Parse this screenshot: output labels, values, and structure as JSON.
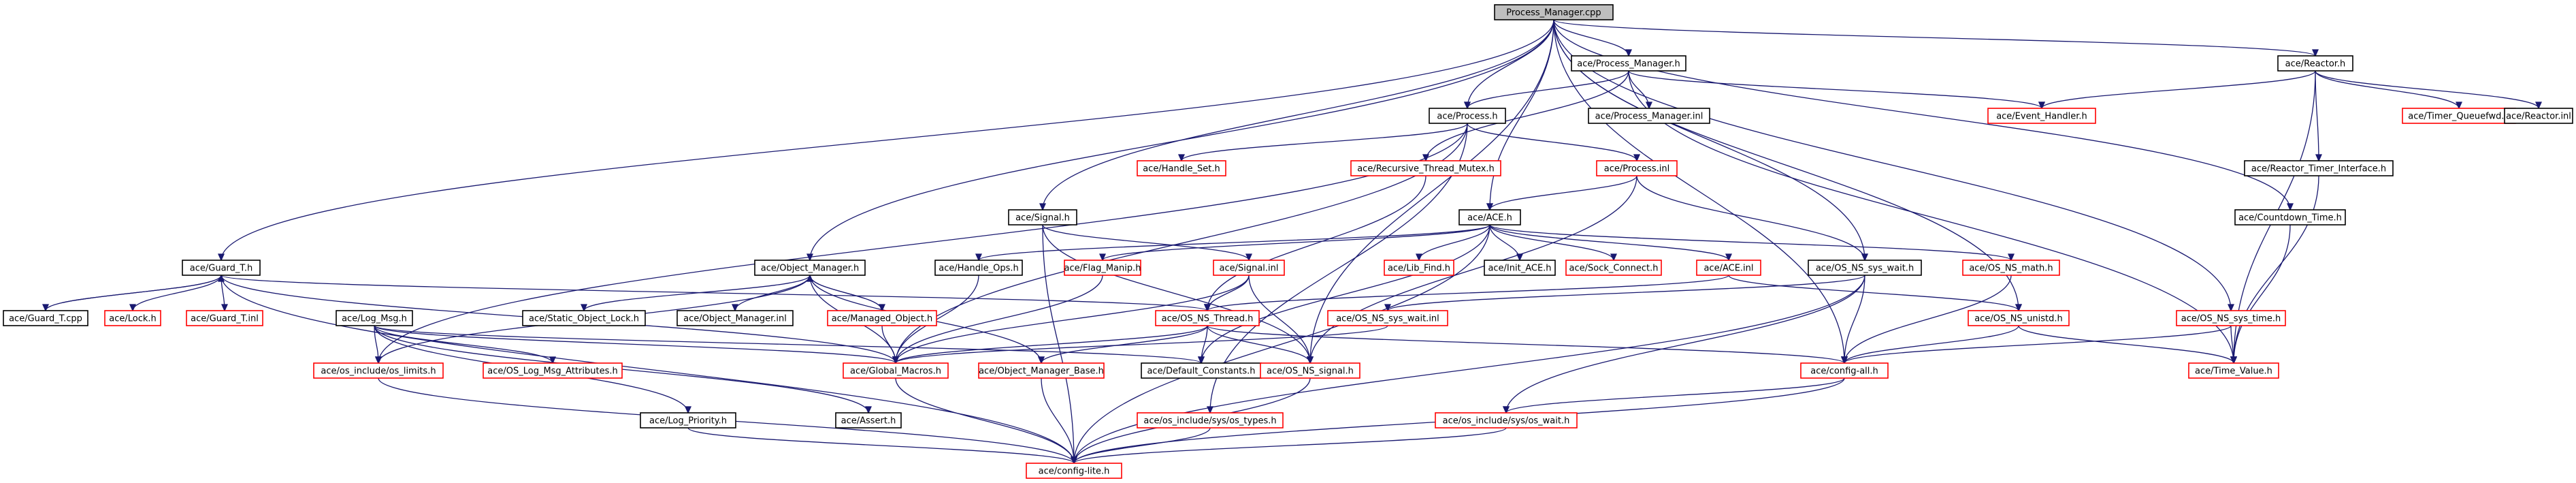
{
  "colors": {
    "edge_blue": "#191970",
    "edge_red": "#8b1a1a",
    "node_border_black": "#000000",
    "node_border_red": "#ff0000",
    "node_fill": "#ffffff",
    "root_fill": "#bfbfbf",
    "text": "#000000"
  },
  "nodes": [
    {
      "id": "process_manager_cpp",
      "label": "Process_Manager.cpp",
      "style": "root"
    },
    {
      "id": "process_manager_h",
      "label": "ace/Process_Manager.h",
      "style": "normal"
    },
    {
      "id": "reactor_h",
      "label": "ace/Reactor.h",
      "style": "normal"
    },
    {
      "id": "process_h",
      "label": "ace/Process.h",
      "style": "normal"
    },
    {
      "id": "process_manager_inl",
      "label": "ace/Process_Manager.inl",
      "style": "normal"
    },
    {
      "id": "event_handler_h",
      "label": "ace/Event_Handler.h",
      "style": "red"
    },
    {
      "id": "timer_queuefwd_h",
      "label": "ace/Timer_Queuefwd.h",
      "style": "red"
    },
    {
      "id": "reactor_inl",
      "label": "ace/Reactor.inl",
      "style": "normal"
    },
    {
      "id": "handle_set_h",
      "label": "ace/Handle_Set.h",
      "style": "red"
    },
    {
      "id": "recursive_thread_mutex_h",
      "label": "ace/Recursive_Thread_Mutex.h",
      "style": "red"
    },
    {
      "id": "process_inl",
      "label": "ace/Process.inl",
      "style": "red"
    },
    {
      "id": "reactor_timer_interface_h",
      "label": "ace/Reactor_Timer_Interface.h",
      "style": "normal"
    },
    {
      "id": "signal_h",
      "label": "ace/Signal.h",
      "style": "normal"
    },
    {
      "id": "ace_h",
      "label": "ace/ACE.h",
      "style": "normal"
    },
    {
      "id": "countdown_time_h",
      "label": "ace/Countdown_Time.h",
      "style": "normal"
    },
    {
      "id": "guard_t_h",
      "label": "ace/Guard_T.h",
      "style": "normal"
    },
    {
      "id": "object_manager_h",
      "label": "ace/Object_Manager.h",
      "style": "normal"
    },
    {
      "id": "handle_ops_h",
      "label": "ace/Handle_Ops.h",
      "style": "normal"
    },
    {
      "id": "flag_manip_h",
      "label": "ace/Flag_Manip.h",
      "style": "red"
    },
    {
      "id": "signal_inl",
      "label": "ace/Signal.inl",
      "style": "red"
    },
    {
      "id": "lib_find_h",
      "label": "ace/Lib_Find.h",
      "style": "red"
    },
    {
      "id": "init_ace_h",
      "label": "ace/Init_ACE.h",
      "style": "normal"
    },
    {
      "id": "sock_connect_h",
      "label": "ace/Sock_Connect.h",
      "style": "red"
    },
    {
      "id": "ace_inl",
      "label": "ace/ACE.inl",
      "style": "red"
    },
    {
      "id": "os_ns_sys_wait_h",
      "label": "ace/OS_NS_sys_wait.h",
      "style": "normal"
    },
    {
      "id": "os_ns_math_h",
      "label": "ace/OS_NS_math.h",
      "style": "red"
    },
    {
      "id": "guard_t_cpp",
      "label": "ace/Guard_T.cpp",
      "style": "normal"
    },
    {
      "id": "lock_h",
      "label": "ace/Lock.h",
      "style": "red"
    },
    {
      "id": "guard_t_inl",
      "label": "ace/Guard_T.inl",
      "style": "red"
    },
    {
      "id": "log_msg_h",
      "label": "ace/Log_Msg.h",
      "style": "normal"
    },
    {
      "id": "static_object_lock_h",
      "label": "ace/Static_Object_Lock.h",
      "style": "normal"
    },
    {
      "id": "object_manager_inl",
      "label": "ace/Object_Manager.inl",
      "style": "normal"
    },
    {
      "id": "managed_object_h",
      "label": "ace/Managed_Object.h",
      "style": "red"
    },
    {
      "id": "os_ns_thread_h",
      "label": "ace/OS_NS_Thread.h",
      "style": "red"
    },
    {
      "id": "os_ns_sys_wait_inl",
      "label": "ace/OS_NS_sys_wait.inl",
      "style": "red"
    },
    {
      "id": "os_ns_unistd_h",
      "label": "ace/OS_NS_unistd.h",
      "style": "red"
    },
    {
      "id": "os_ns_sys_time_h",
      "label": "ace/OS_NS_sys_time.h",
      "style": "red"
    },
    {
      "id": "os_include_os_limits_h",
      "label": "ace/os_include/os_limits.h",
      "style": "red"
    },
    {
      "id": "os_log_msg_attributes_h",
      "label": "ace/OS_Log_Msg_Attributes.h",
      "style": "red"
    },
    {
      "id": "global_macros_h",
      "label": "ace/Global_Macros.h",
      "style": "red"
    },
    {
      "id": "object_manager_base_h",
      "label": "ace/Object_Manager_Base.h",
      "style": "red"
    },
    {
      "id": "default_constants_h",
      "label": "ace/Default_Constants.h",
      "style": "normal"
    },
    {
      "id": "os_ns_signal_h",
      "label": "ace/OS_NS_signal.h",
      "style": "red"
    },
    {
      "id": "config_all_h",
      "label": "ace/config-all.h",
      "style": "red"
    },
    {
      "id": "time_value_h",
      "label": "ace/Time_Value.h",
      "style": "red"
    },
    {
      "id": "log_priority_h",
      "label": "ace/Log_Priority.h",
      "style": "normal"
    },
    {
      "id": "assert_h",
      "label": "ace/Assert.h",
      "style": "normal"
    },
    {
      "id": "os_include_sys_os_types_h",
      "label": "ace/os_include/sys/os_types.h",
      "style": "red"
    },
    {
      "id": "os_include_sys_os_wait_h",
      "label": "ace/os_include/sys/os_wait.h",
      "style": "red"
    },
    {
      "id": "config_lite_h",
      "label": "ace/config-lite.h",
      "style": "red"
    }
  ],
  "edges": [
    [
      "process_manager_cpp",
      "process_manager_h"
    ],
    [
      "process_manager_cpp",
      "reactor_h"
    ],
    [
      "process_manager_cpp",
      "process_h"
    ],
    [
      "process_manager_cpp",
      "signal_h"
    ],
    [
      "process_manager_cpp",
      "ace_h"
    ],
    [
      "process_manager_cpp",
      "guard_t_h"
    ],
    [
      "process_manager_cpp",
      "object_manager_h"
    ],
    [
      "process_manager_cpp",
      "os_ns_sys_wait_h"
    ],
    [
      "process_manager_cpp",
      "os_ns_unistd_h"
    ],
    [
      "process_manager_cpp",
      "os_ns_sys_time_h"
    ],
    [
      "process_manager_cpp",
      "countdown_time_h"
    ],
    [
      "process_manager_cpp",
      "os_ns_signal_h"
    ],
    [
      "process_manager_cpp",
      "config_all_h"
    ],
    [
      "process_manager_h",
      "process_h"
    ],
    [
      "process_manager_h",
      "process_manager_inl"
    ],
    [
      "process_manager_h",
      "event_handler_h"
    ],
    [
      "process_manager_h",
      "recursive_thread_mutex_h"
    ],
    [
      "process_manager_h",
      "time_value_h"
    ],
    [
      "reactor_h",
      "event_handler_h"
    ],
    [
      "reactor_h",
      "timer_queuefwd_h"
    ],
    [
      "reactor_h",
      "reactor_inl"
    ],
    [
      "reactor_h",
      "reactor_timer_interface_h"
    ],
    [
      "reactor_h",
      "time_value_h"
    ],
    [
      "reactor_timer_interface_h",
      "time_value_h"
    ],
    [
      "countdown_time_h",
      "time_value_h"
    ],
    [
      "process_h",
      "handle_set_h"
    ],
    [
      "process_h",
      "process_inl"
    ],
    [
      "process_h",
      "global_macros_h"
    ],
    [
      "process_h",
      "os_include_os_limits_h"
    ],
    [
      "process_h",
      "os_include_sys_os_types_h"
    ],
    [
      "recursive_thread_mutex_h",
      "os_ns_thread_h"
    ],
    [
      "process_inl",
      "ace_h"
    ],
    [
      "process_inl",
      "os_ns_sys_wait_h"
    ],
    [
      "process_inl",
      "os_ns_signal_h"
    ],
    [
      "signal_h",
      "signal_inl"
    ],
    [
      "signal_h",
      "os_ns_signal_h"
    ],
    [
      "signal_h",
      "config_lite_h"
    ],
    [
      "ace_h",
      "handle_ops_h"
    ],
    [
      "ace_h",
      "flag_manip_h"
    ],
    [
      "ace_h",
      "lib_find_h"
    ],
    [
      "ace_h",
      "init_ace_h"
    ],
    [
      "ace_h",
      "sock_connect_h"
    ],
    [
      "ace_h",
      "ace_inl"
    ],
    [
      "ace_h",
      "os_ns_math_h"
    ],
    [
      "ace_h",
      "default_constants_h"
    ],
    [
      "ace_h",
      "config_lite_h"
    ],
    [
      "ace_inl",
      "os_ns_thread_h"
    ],
    [
      "ace_inl",
      "os_ns_unistd_h"
    ],
    [
      "os_ns_sys_wait_h",
      "os_ns_sys_wait_inl"
    ],
    [
      "os_ns_sys_wait_h",
      "config_all_h"
    ],
    [
      "os_ns_sys_wait_h",
      "os_include_sys_os_wait_h"
    ],
    [
      "os_ns_sys_wait_h",
      "config_lite_h"
    ],
    [
      "os_ns_math_h",
      "config_all_h"
    ],
    [
      "os_ns_unistd_h",
      "config_all_h"
    ],
    [
      "os_ns_unistd_h",
      "time_value_h"
    ],
    [
      "os_ns_sys_time_h",
      "config_all_h"
    ],
    [
      "os_ns_sys_time_h",
      "time_value_h"
    ],
    [
      "os_ns_sys_wait_inl",
      "global_macros_h"
    ],
    [
      "handle_ops_h",
      "global_macros_h"
    ],
    [
      "flag_manip_h",
      "global_macros_h"
    ],
    [
      "signal_inl",
      "os_ns_thread_h"
    ],
    [
      "signal_inl",
      "os_ns_signal_h"
    ],
    [
      "signal_inl",
      "global_macros_h"
    ],
    [
      "guard_t_h",
      "guard_t_cpp"
    ],
    [
      "guard_t_h",
      "lock_h"
    ],
    [
      "guard_t_h",
      "guard_t_inl"
    ],
    [
      "guard_t_h",
      "os_ns_thread_h"
    ],
    [
      "guard_t_h",
      "global_macros_h"
    ],
    [
      "guard_t_h",
      "config_lite_h"
    ],
    [
      "guard_t_cpp",
      "guard_t_h"
    ],
    [
      "object_manager_h",
      "static_object_lock_h"
    ],
    [
      "object_manager_h",
      "object_manager_inl"
    ],
    [
      "object_manager_h",
      "managed_object_h"
    ],
    [
      "object_manager_h",
      "global_macros_h"
    ],
    [
      "object_manager_h",
      "object_manager_base_h"
    ],
    [
      "object_manager_h",
      "os_include_os_limits_h"
    ],
    [
      "managed_object_h",
      "object_manager_h"
    ],
    [
      "managed_object_h",
      "global_macros_h"
    ],
    [
      "log_msg_h",
      "os_include_os_limits_h"
    ],
    [
      "log_msg_h",
      "os_log_msg_attributes_h"
    ],
    [
      "log_msg_h",
      "global_macros_h"
    ],
    [
      "log_msg_h",
      "default_constants_h"
    ],
    [
      "log_msg_h",
      "log_priority_h"
    ],
    [
      "log_msg_h",
      "assert_h"
    ],
    [
      "os_ns_thread_h",
      "global_macros_h"
    ],
    [
      "os_ns_thread_h",
      "object_manager_base_h"
    ],
    [
      "os_ns_thread_h",
      "default_constants_h"
    ],
    [
      "os_ns_thread_h",
      "os_ns_signal_h"
    ],
    [
      "os_ns_thread_h",
      "config_all_h"
    ],
    [
      "global_macros_h",
      "config_lite_h"
    ],
    [
      "object_manager_base_h",
      "config_lite_h"
    ],
    [
      "os_ns_signal_h",
      "config_lite_h"
    ],
    [
      "os_include_os_limits_h",
      "config_lite_h"
    ],
    [
      "log_priority_h",
      "config_lite_h"
    ],
    [
      "os_include_sys_os_types_h",
      "config_lite_h"
    ],
    [
      "os_include_sys_os_wait_h",
      "config_lite_h"
    ],
    [
      "config_all_h",
      "os_include_sys_os_wait_h"
    ],
    [
      "config_all_h",
      "config_lite_h"
    ]
  ]
}
